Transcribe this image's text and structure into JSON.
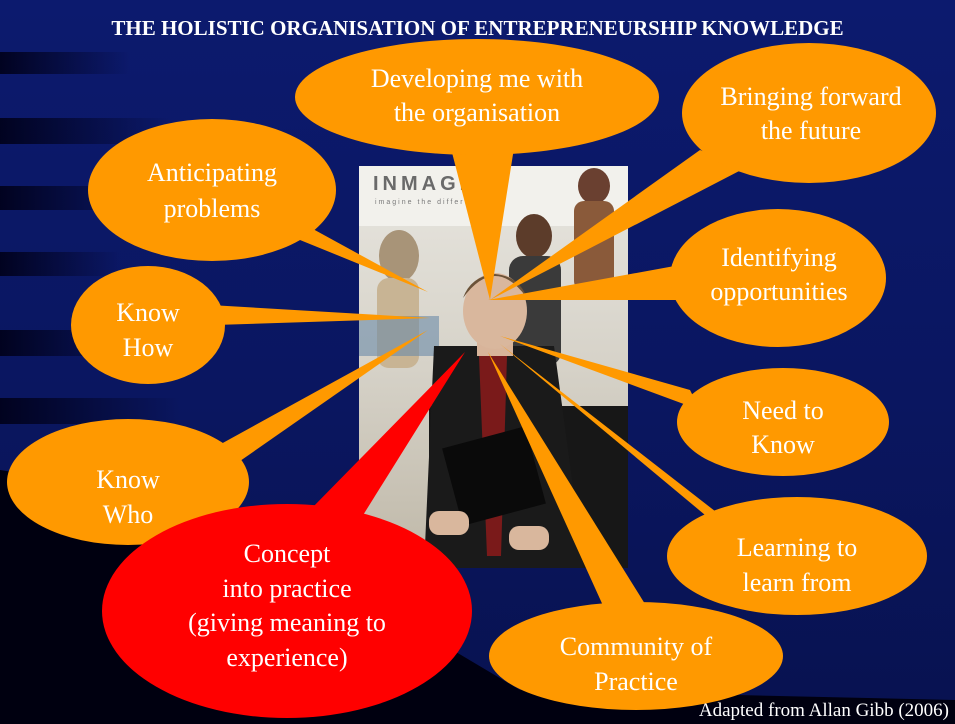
{
  "title": "THE HOLISTIC ORGANISATION OF ENTREPRENEURSHIP KNOWLEDGE",
  "credit": "Adapted from Allan Gibb (2006)",
  "photo": {
    "logo_text": "INMAGINE",
    "tagline": "imagine the difference"
  },
  "colors": {
    "bubble": "#ff9900",
    "highlight": "#ff0000",
    "text": "#ffffff",
    "background": "#0a1660"
  },
  "bubbles": [
    {
      "lines": [
        "Developing me with",
        "the organisation"
      ]
    },
    {
      "lines": [
        "Bringing forward",
        "the future"
      ]
    },
    {
      "lines": [
        "Anticipating",
        "problems"
      ]
    },
    {
      "lines": [
        "Identifying",
        "opportunities"
      ]
    },
    {
      "lines": [
        "Know",
        "How"
      ]
    },
    {
      "lines": [
        "Need to",
        "Know"
      ]
    },
    {
      "lines": [
        "Know",
        "Who"
      ]
    },
    {
      "lines": [
        "Learning to",
        "learn from"
      ]
    },
    {
      "lines": [
        "Concept",
        "into practice",
        "(giving meaning to",
        "experience)"
      ]
    },
    {
      "lines": [
        "Community of",
        "Practice"
      ]
    }
  ]
}
